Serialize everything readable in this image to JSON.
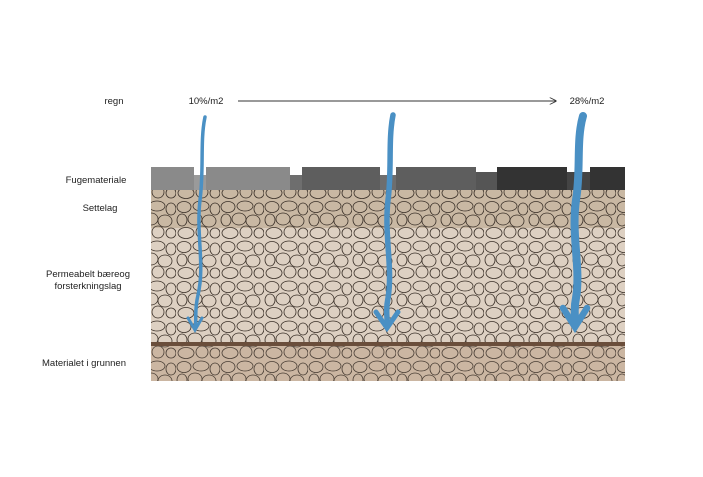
{
  "labels": {
    "rain": "regn",
    "joint_material": "Fugemateriale",
    "bedding_layer": "Settelag",
    "base_layer_line1": "Permeabelt bæreog",
    "base_layer_line2": "forsterkningslag",
    "subgrade": "Materialet i grunnen"
  },
  "rates": {
    "start": "10%/m2",
    "end": "28%/m2"
  },
  "colors": {
    "water": "#4a90c4",
    "paver_light": "#8a8a8a",
    "paver_mid": "#5e5e5e",
    "paver_dark": "#333333",
    "bedding": "#c9b8a3",
    "base": "#ddd0c2",
    "subgrade": "#cbb6a2",
    "soil_line": "#6a4e3b"
  },
  "icons": {
    "arrow": "right-arrow-icon",
    "rain_flow": "water-flow-icon"
  }
}
